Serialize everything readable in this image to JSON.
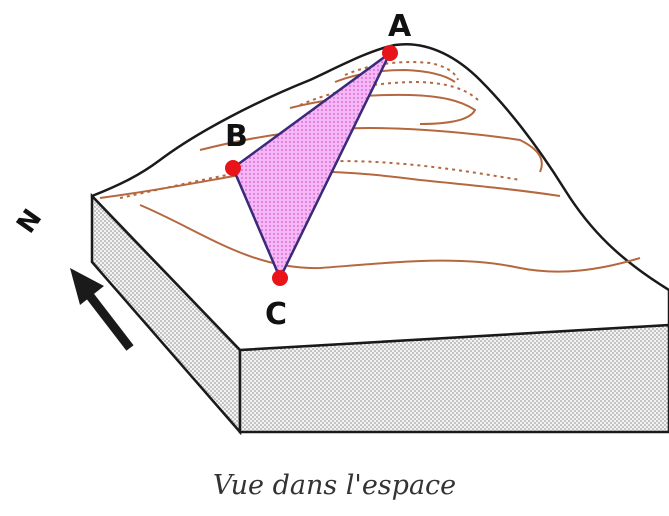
{
  "points": [
    {
      "id": "A",
      "label": "A"
    },
    {
      "id": "B",
      "label": "B"
    },
    {
      "id": "C",
      "label": "C"
    }
  ],
  "north_label": "N",
  "caption": "Vue dans l'espace",
  "colors": {
    "contour": "#b5683f",
    "triangle_fill": "#f2a6f2",
    "triangle_stroke": "#3a2a7a",
    "point": "#e8141a",
    "outline": "#1a1a1a",
    "block_side": "#dcdcdc"
  }
}
